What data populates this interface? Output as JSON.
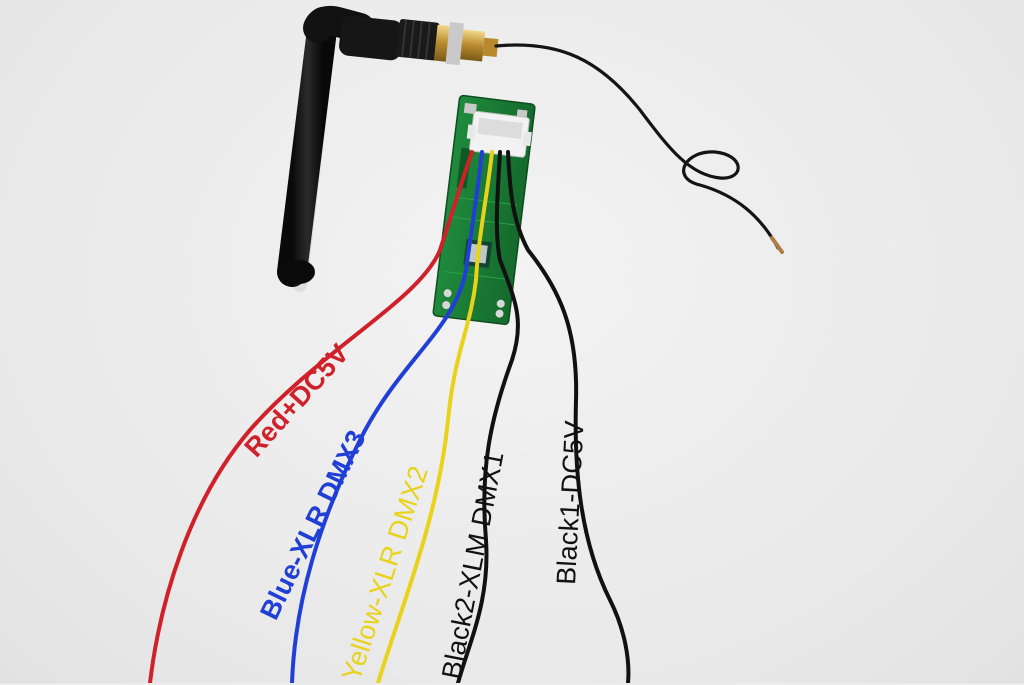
{
  "labels": {
    "red": "Red+DC5V",
    "blue": "Blue-XLR DMX3",
    "yellow": "Yellow-XLR DMX2",
    "black2": "Black2-XLM DMX1",
    "black1": "Black1-DC5V"
  },
  "colors": {
    "red": "#d0202a",
    "blue": "#1f3fd6",
    "yellow": "#e8d21a",
    "black": "#111111"
  }
}
